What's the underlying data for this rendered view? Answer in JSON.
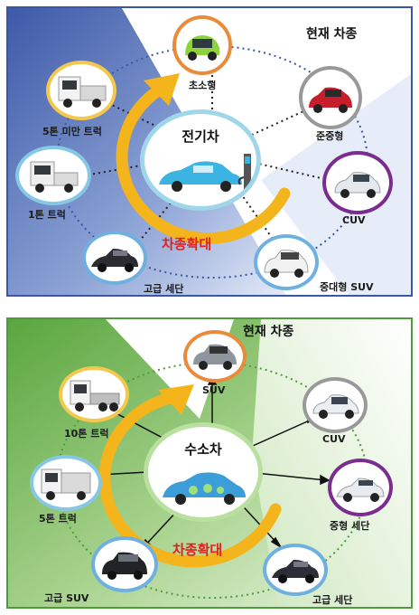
{
  "panel_ev": {
    "current_title": "현재 차종",
    "center_label": "전기차",
    "expansion_label": "차종확대",
    "nodes": [
      {
        "label": "초소형",
        "icon": "micro-car-icon"
      },
      {
        "label": "준중형",
        "icon": "compact-suv-icon"
      },
      {
        "label": "CUV",
        "icon": "cuv-icon"
      },
      {
        "label": "중대형 SUV",
        "icon": "large-suv-icon"
      },
      {
        "label": "고급 세단",
        "icon": "luxury-sedan-icon"
      },
      {
        "label": "1톤 트럭",
        "icon": "one-ton-truck-icon"
      },
      {
        "label": "5톤 미만 트럭",
        "icon": "small-truck-icon"
      }
    ],
    "colors": {
      "border": "#3a56a8",
      "arrow": "#f3b41c",
      "expansion_text": "#e0201d"
    }
  },
  "panel_hydrogen": {
    "current_title": "현재 차종",
    "center_label": "수소차",
    "expansion_label": "차종확대",
    "nodes": [
      {
        "label": "SUV",
        "icon": "suv-icon"
      },
      {
        "label": "CUV",
        "icon": "cuv-icon"
      },
      {
        "label": "중형 세단",
        "icon": "midsize-sedan-icon"
      },
      {
        "label": "고급 세단",
        "icon": "luxury-sedan-icon"
      },
      {
        "label": "고급 SUV",
        "icon": "luxury-suv-icon"
      },
      {
        "label": "5톤 트럭",
        "icon": "five-ton-truck-icon"
      },
      {
        "label": "10톤 트럭",
        "icon": "ten-ton-truck-icon"
      }
    ],
    "colors": {
      "border": "#4f9b3c",
      "arrow": "#f3b41c",
      "expansion_text": "#e0201d"
    }
  }
}
